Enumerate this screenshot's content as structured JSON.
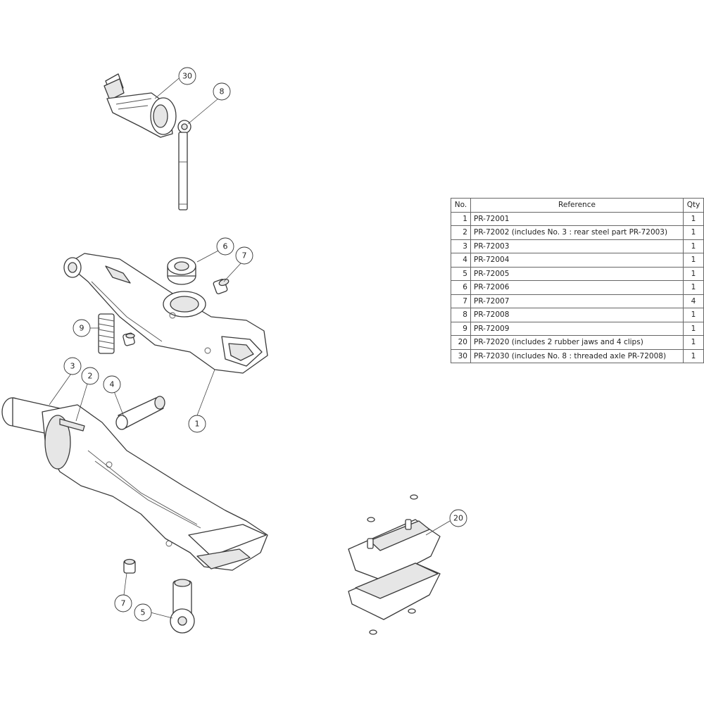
{
  "table": {
    "headers": {
      "no": "No.",
      "reference": "Reference",
      "qty": "Qty"
    },
    "rows": [
      {
        "no": "1",
        "reference": "PR-72001",
        "qty": "1"
      },
      {
        "no": "2",
        "reference": "PR-72002 (includes No. 3 : rear steel part PR-72003)",
        "qty": "1"
      },
      {
        "no": "3",
        "reference": "PR-72003",
        "qty": "1"
      },
      {
        "no": "4",
        "reference": "PR-72004",
        "qty": "1"
      },
      {
        "no": "5",
        "reference": "PR-72005",
        "qty": "1"
      },
      {
        "no": "6",
        "reference": "PR-72006",
        "qty": "1"
      },
      {
        "no": "7",
        "reference": "PR-72007",
        "qty": "4"
      },
      {
        "no": "8",
        "reference": "PR-72008",
        "qty": "1"
      },
      {
        "no": "9",
        "reference": "PR-72009",
        "qty": "1"
      },
      {
        "no": "20",
        "reference": "PR-72020 (includes 2 rubber jaws and 4 clips)",
        "qty": "1"
      },
      {
        "no": "30",
        "reference": "PR-72030 (includes No. 8 : threaded axle PR-72008)",
        "qty": "1"
      }
    ]
  },
  "callouts": {
    "c30": "30",
    "c8": "8",
    "c6": "6",
    "c7a": "7",
    "c9": "9",
    "c1": "1",
    "c3": "3",
    "c2": "2",
    "c4": "4",
    "c20": "20",
    "c7b": "7",
    "c5": "5"
  }
}
